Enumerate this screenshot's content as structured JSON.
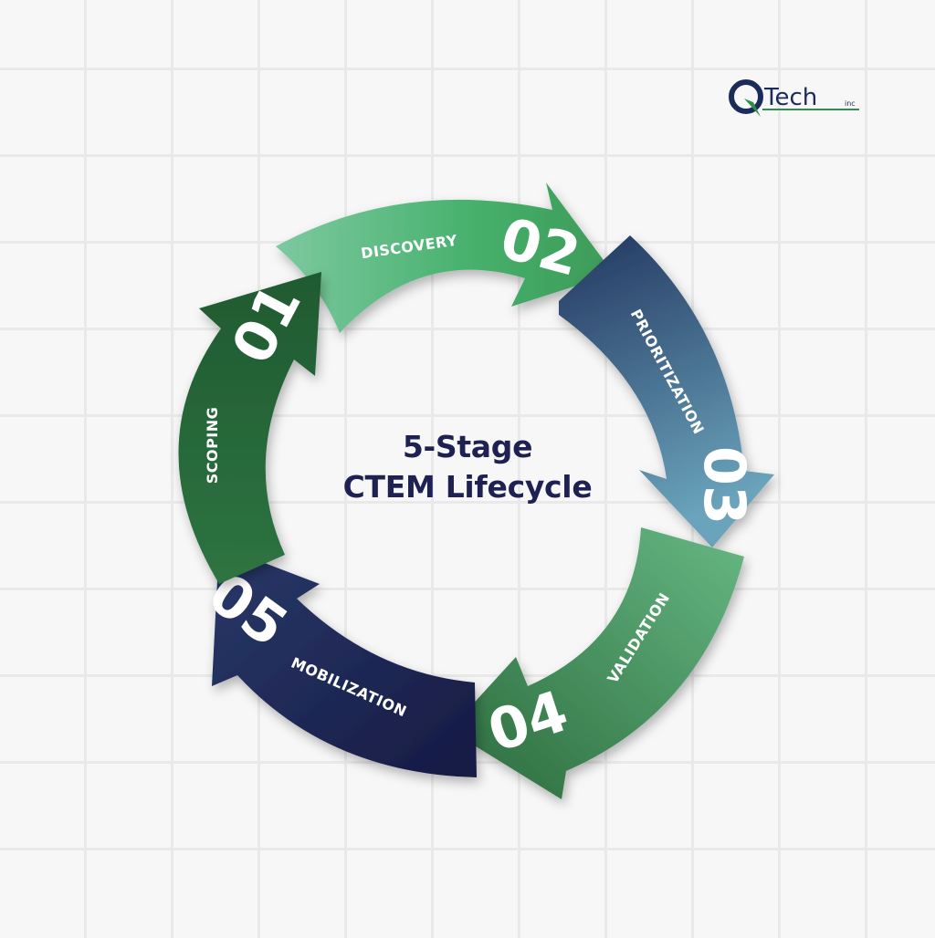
{
  "brand": {
    "logo_text": "QTech",
    "logo_suffix": "inc"
  },
  "title": {
    "line1": "5-Stage",
    "line2": "CTEM Lifecycle"
  },
  "stages": [
    {
      "number": "01",
      "label": "SCOPING",
      "color_start": "#2c6b3b",
      "color_end": "#1f5a30"
    },
    {
      "number": "02",
      "label": "DISCOVERY",
      "color_start": "#6cc08f",
      "color_end": "#3d9a5a"
    },
    {
      "number": "03",
      "label": "PRIORITIZATION",
      "color_start": "#27406b",
      "color_end": "#5f9ab3"
    },
    {
      "number": "04",
      "label": "VALIDATION",
      "color_start": "#5bae79",
      "color_end": "#2f6e40"
    },
    {
      "number": "05",
      "label": "MOBILIZATION",
      "color_start": "#263a6a",
      "color_end": "#171c44"
    }
  ],
  "colors": {
    "title": "#1e2152",
    "logo_navy": "#1c2c5a",
    "logo_green": "#2f8f4a"
  }
}
